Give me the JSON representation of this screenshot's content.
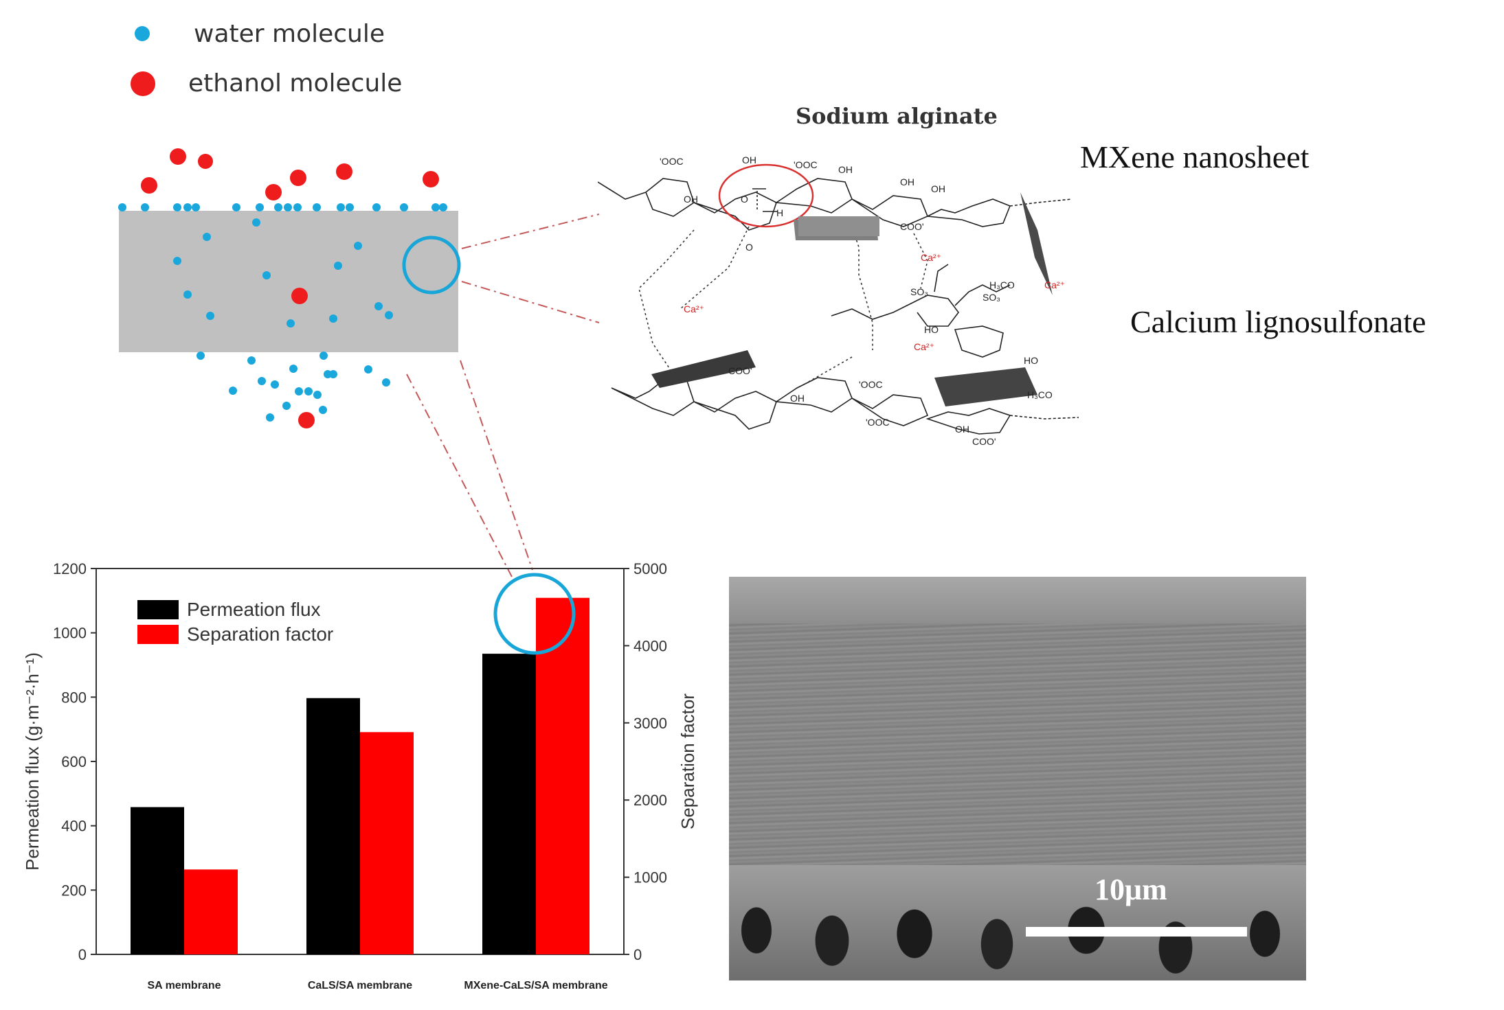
{
  "legend": {
    "water_label": "water molecule",
    "ethanol_label": "ethanol molecule",
    "water_color": "#1aa7dc",
    "ethanol_color": "#ee1c1c"
  },
  "structure": {
    "title": "Sodium alginate",
    "mxene_label": "MXene nanosheet",
    "lignosulfonate_label": "Calcium lignosulfonate",
    "labels": {
      "ooc": "'OOC",
      "coo": "COO'",
      "oh": "OH",
      "o": "O",
      "h": "H",
      "ca": "Ca²⁺",
      "so3": "SO₃",
      "ho": "HO",
      "h3co": "H₃CO"
    }
  },
  "chart_data": {
    "type": "bar",
    "categories": [
      "SA membrane",
      "CaLS/SA membrane",
      "MXene-CaLS/SA membrane"
    ],
    "series": [
      {
        "name": "Permeation flux",
        "axis": "left",
        "color": "#000000",
        "values": [
          458,
          797,
          935
        ]
      },
      {
        "name": "Separation factor",
        "axis": "right",
        "color": "#ff0000",
        "values": [
          1100,
          2880,
          4620
        ]
      }
    ],
    "ylabel": "Permeation flux (g·m⁻²·h⁻¹)",
    "y2label": "Separation factor",
    "ylim": [
      0,
      1200
    ],
    "y2lim": [
      0,
      5000
    ],
    "yticks": [
      0,
      200,
      400,
      600,
      800,
      1000,
      1200
    ],
    "y2ticks": [
      0,
      1000,
      2000,
      3000,
      4000,
      5000
    ],
    "legend_position": "top-left"
  },
  "sem": {
    "scale_label": "10μm"
  }
}
